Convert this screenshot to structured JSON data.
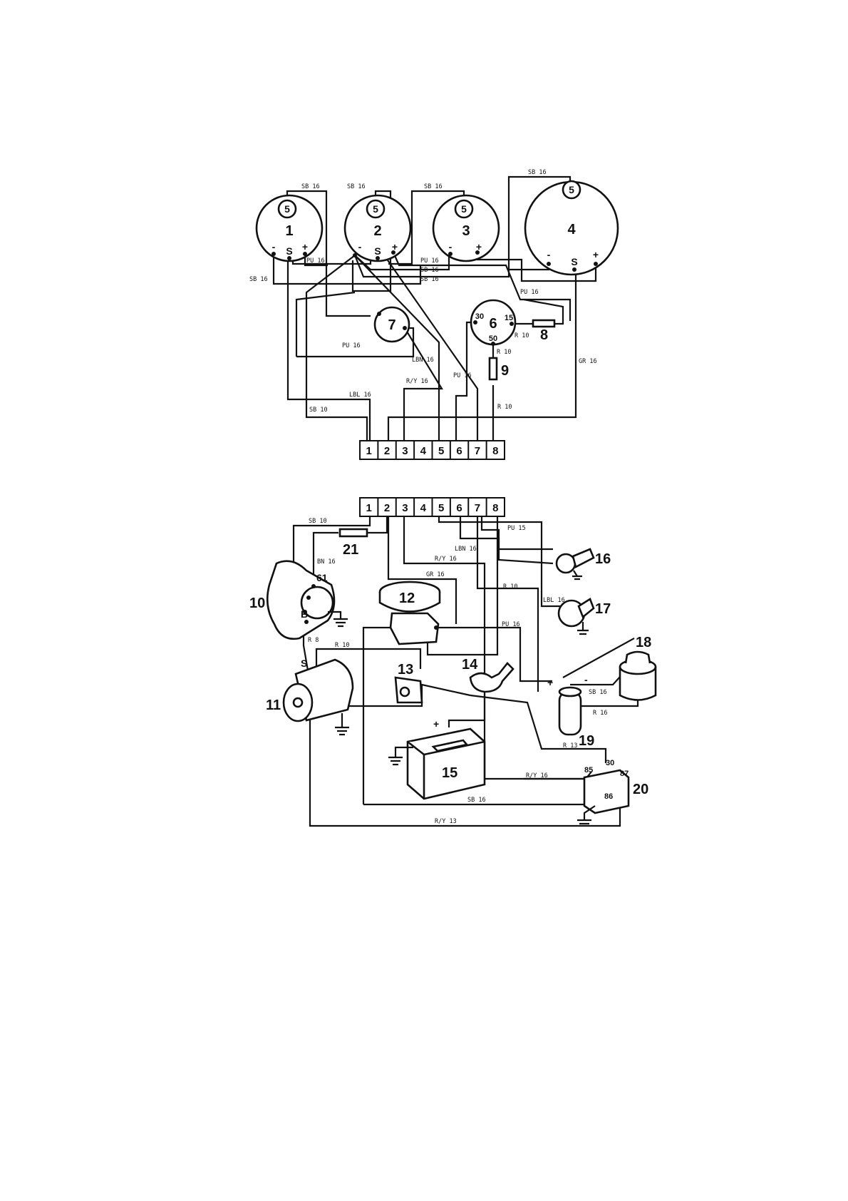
{
  "top": {
    "gauges": [
      {
        "num": "1",
        "light": "5",
        "minus": "-",
        "s": "S",
        "plus": "+"
      },
      {
        "num": "2",
        "light": "5",
        "minus": "-",
        "s": "S",
        "plus": "+"
      },
      {
        "num": "3",
        "light": "5",
        "minus": "-",
        "plus": "+"
      },
      {
        "num": "4",
        "light": "5",
        "minus": "-",
        "s": "S",
        "plus": "+"
      }
    ],
    "c7": "7",
    "c6": {
      "num": "6",
      "t30": "30",
      "t15": "15",
      "t50": "50"
    },
    "f8": "8",
    "f9": "9",
    "wires": {
      "sb16_1": "SB 16",
      "sb16_2": "SB 16",
      "sb16_3": "SB 16",
      "sb16_4": "SB 16",
      "sb16_left": "SB 16",
      "pu16_a": "PU 16",
      "pu16_b": "PU 16",
      "sb16_m1": "SB 16",
      "sb16_m2": "SB 16",
      "pu16_c": "PU 16",
      "r10_a": "R 10",
      "r10_b": "R 10",
      "pu16_d": "PU 16",
      "lbn16": "LBN 16",
      "gr16": "GR 16",
      "ry16": "R/Y 16",
      "pu16_e": "PU 16",
      "lbl16": "LBL 16",
      "sb10": "SB 10",
      "r10_c": "R 10"
    },
    "connector": [
      "1",
      "2",
      "3",
      "4",
      "5",
      "6",
      "7",
      "8"
    ]
  },
  "bottom": {
    "connector": [
      "1",
      "2",
      "3",
      "4",
      "5",
      "6",
      "7",
      "8"
    ],
    "labels": {
      "n10": "10",
      "n11": "11",
      "n12": "12",
      "n13": "13",
      "n14": "14",
      "n15": "15",
      "n16": "16",
      "n17": "17",
      "n18": "18",
      "n19": "19",
      "n20": "20",
      "n21": "21",
      "t61": "61",
      "tS": "S",
      "tB": "B",
      "plus15": "+",
      "plus19": "+",
      "minus19": "-",
      "r85": "85",
      "r30": "30",
      "r87": "87",
      "r86": "86"
    },
    "wires": {
      "sb10": "SB 10",
      "bn16": "BN 16",
      "pu15": "PU 15",
      "lbn16": "LBN 16",
      "ry16_a": "R/Y 16",
      "gr16": "GR 16",
      "r10_a": "R 10",
      "lbl16": "LBL 16",
      "pu16": "PU 16",
      "r8": "R 8",
      "r10_b": "R 10",
      "sb16_a": "SB 16",
      "r16": "R 16",
      "r13": "R 13",
      "ry16_b": "R/Y 16",
      "sb16_b": "SB 16",
      "ry13": "R/Y 13"
    }
  }
}
